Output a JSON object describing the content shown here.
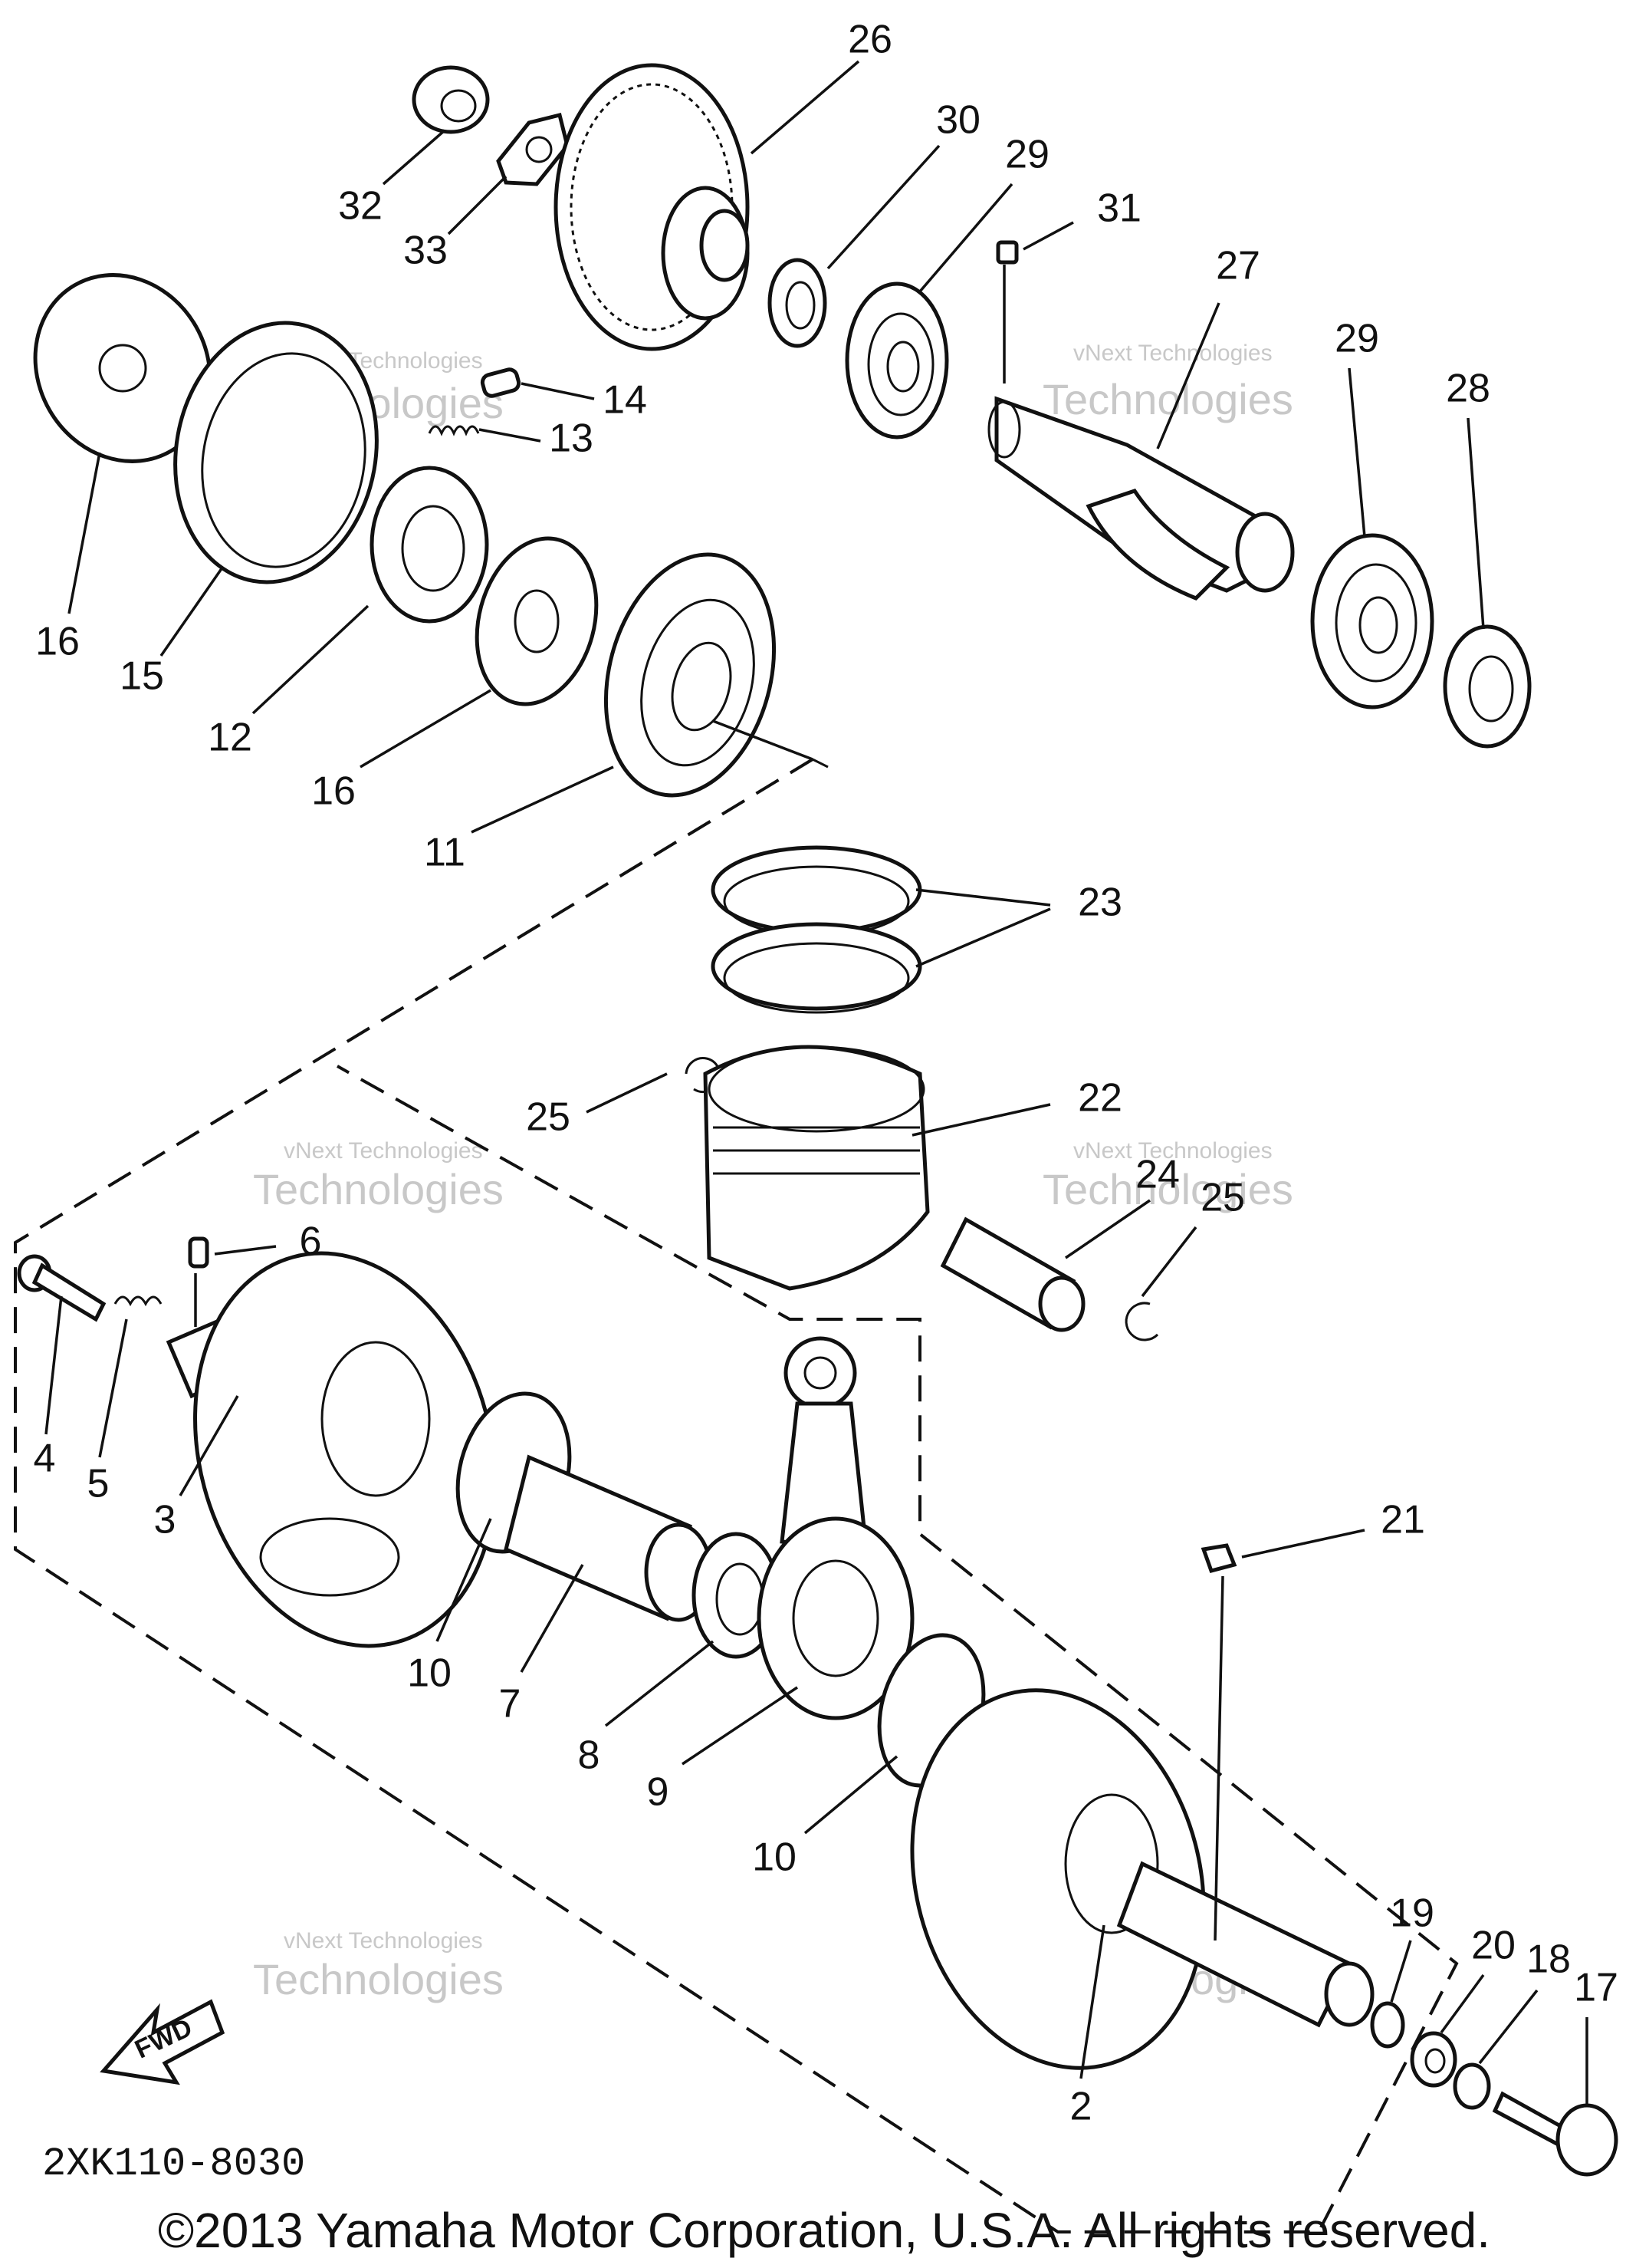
{
  "diagram_code": "2XK110-8030",
  "copyright": "©2013 Yamaha Motor Corporation, U.S.A. All rights reserved.",
  "fwd_label": "FWD",
  "watermark_lines": [
    "vNext Technologies",
    "Technologies",
    "vNext"
  ],
  "callouts": [
    "2",
    "3",
    "4",
    "5",
    "6",
    "7",
    "8",
    "9",
    "10",
    "10",
    "11",
    "12",
    "13",
    "14",
    "15",
    "16",
    "16",
    "17",
    "18",
    "19",
    "20",
    "21",
    "22",
    "23",
    "24",
    "25",
    "25",
    "26",
    "27",
    "28",
    "29",
    "29",
    "30",
    "31",
    "32",
    "33"
  ]
}
